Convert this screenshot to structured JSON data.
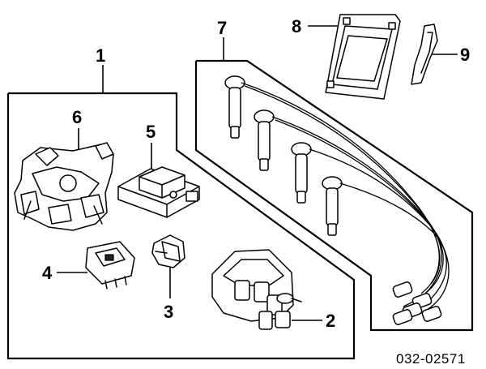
{
  "callouts": {
    "c1": "1",
    "c2": "2",
    "c3": "3",
    "c4": "4",
    "c5": "5",
    "c6": "6",
    "c7": "7",
    "c8": "8",
    "c9": "9"
  },
  "diagram_code": "032-02571"
}
